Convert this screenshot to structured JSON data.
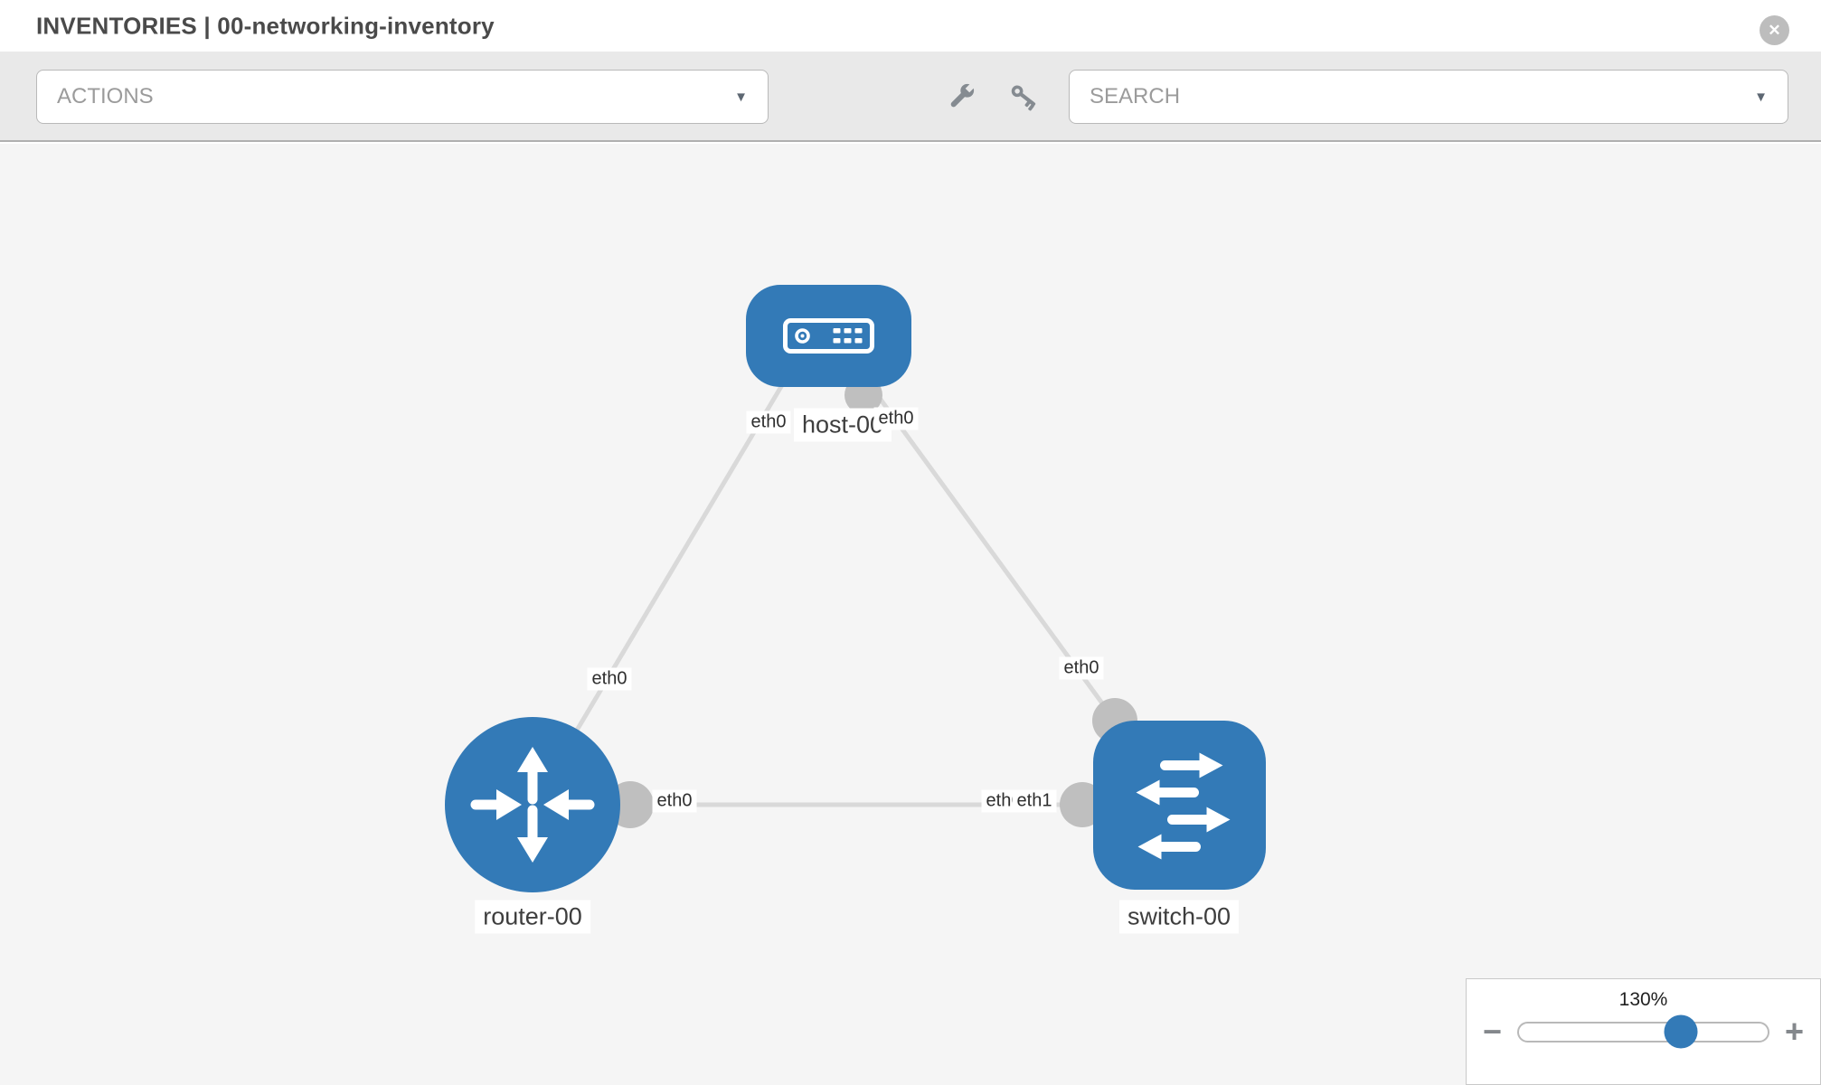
{
  "header": {
    "title": "INVENTORIES | 00-networking-inventory",
    "close_glyph": "✕"
  },
  "toolbar": {
    "actions_label": "ACTIONS",
    "search_label": "SEARCH",
    "caret_glyph": "▼"
  },
  "topology": {
    "nodes": [
      {
        "label": "host-00",
        "type": "host"
      },
      {
        "label": "router-00",
        "type": "router"
      },
      {
        "label": "switch-00",
        "type": "switch"
      }
    ],
    "links": [
      {
        "from": "host-00",
        "from_iface": "eth0",
        "to": "router-00",
        "to_iface": "eth0"
      },
      {
        "from": "host-00",
        "from_iface": "eth0",
        "to": "switch-00",
        "to_iface": "eth0"
      },
      {
        "from": "router-00",
        "from_iface": "eth0",
        "to": "switch-00",
        "to_iface": "eth1"
      }
    ],
    "iface_labels": [
      {
        "text": "eth0",
        "position": "host-bottom-left"
      },
      {
        "text": "eth0",
        "position": "host-bottom-right"
      },
      {
        "text": "eth0",
        "position": "link-to-router"
      },
      {
        "text": "eth0",
        "position": "link-to-switch-top"
      },
      {
        "text": "eth0",
        "position": "horizontal-link-router-side"
      },
      {
        "text": "eth0",
        "position": "horizontal-link-switch-side-under"
      },
      {
        "text": "eth1",
        "position": "horizontal-link-switch-side-over"
      }
    ]
  },
  "zoom_control": {
    "level": "130%",
    "minus_glyph": "−",
    "plus_glyph": "+"
  },
  "colors": {
    "node_blue": "#337ab7",
    "link_gray": "#d9d9d9",
    "interface_gray": "#bfbfbf",
    "canvas_bg": "#f5f5f5"
  }
}
